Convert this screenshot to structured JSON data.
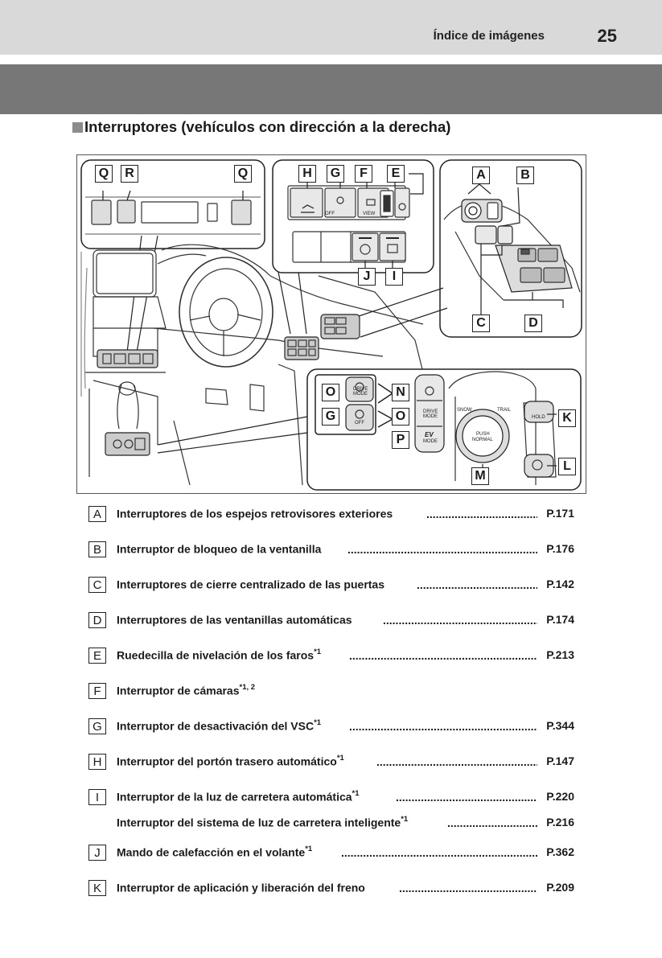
{
  "header": {
    "section_name": "Índice de imágenes",
    "page_number": "25"
  },
  "heading": "Interruptores (vehículos con dirección a la derecha)",
  "figure": {
    "callouts": {
      "A": "A",
      "B": "B",
      "C": "C",
      "D": "D",
      "E": "E",
      "F": "F",
      "G": "G",
      "G2": "G",
      "H": "H",
      "I": "I",
      "J": "J",
      "K": "K",
      "L": "L",
      "M": "M",
      "N": "N",
      "O": "O",
      "O2": "O",
      "P": "P",
      "Q": "Q",
      "Q2": "Q",
      "R": "R"
    },
    "switch_labels": {
      "off": "OFF",
      "view": "VIEW",
      "drive_mode_line1": "DRIVE",
      "drive_mode_line2": "MODE",
      "ev_line1": "EV",
      "ev_line2": "MODE",
      "snow": "SNOW",
      "trail": "TRAIL",
      "push_line1": "PUSH",
      "push_line2": "NORMAL",
      "hold": "HOLD"
    }
  },
  "references": [
    {
      "letter": "A",
      "text": "Interruptores de los espejos retrovisores exteriores",
      "sup": "",
      "page": "P.171"
    },
    {
      "letter": "B",
      "text": "Interruptor de bloqueo de la ventanilla",
      "sup": "",
      "page": "P.176"
    },
    {
      "letter": "C",
      "text": "Interruptores de cierre centralizado de las puertas",
      "sup": "",
      "page": "P.142"
    },
    {
      "letter": "D",
      "text": "Interruptores de las ventanillas automáticas",
      "sup": "",
      "page": "P.174"
    },
    {
      "letter": "E",
      "text": "Ruedecilla de nivelación de los faros",
      "sup": "*1",
      "page": "P.213"
    },
    {
      "letter": "F",
      "text": "Interruptor de cámaras",
      "sup": "*1, 2",
      "page": ""
    },
    {
      "letter": "G",
      "text": "Interruptor de desactivación del VSC",
      "sup": "*1",
      "page": "P.344"
    },
    {
      "letter": "H",
      "text": "Interruptor del portón trasero automático",
      "sup": "*1",
      "page": "P.147"
    },
    {
      "letter": "I",
      "text": "Interruptor de la luz de carretera automática",
      "sup": "*1",
      "page": "P.220"
    },
    {
      "letter": "",
      "text": "Interruptor del sistema de luz de carretera inteligente",
      "sup": "*1",
      "page": "P.216"
    },
    {
      "letter": "J",
      "text": "Mando de calefacción en el volante",
      "sup": "*1",
      "page": "P.362"
    },
    {
      "letter": "K",
      "text": "Interruptor de aplicación y liberación del freno",
      "sup": "",
      "page": "P.209"
    }
  ]
}
